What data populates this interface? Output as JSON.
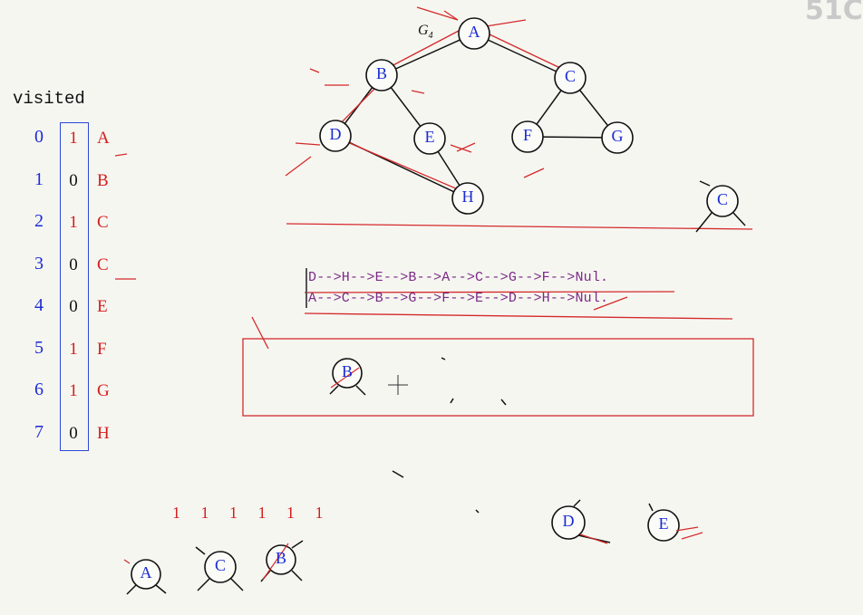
{
  "graph_label": "G",
  "graph_label_sub": "4",
  "visited_title": "visited",
  "visited": [
    {
      "index": "0",
      "bit": "1",
      "name": "A"
    },
    {
      "index": "1",
      "bit": "0",
      "name": "B"
    },
    {
      "index": "2",
      "bit": "1",
      "name": "C"
    },
    {
      "index": "3",
      "bit": "0",
      "name": "C"
    },
    {
      "index": "4",
      "bit": "0",
      "name": "E"
    },
    {
      "index": "5",
      "bit": "1",
      "name": "F"
    },
    {
      "index": "6",
      "bit": "1",
      "name": "G"
    },
    {
      "index": "7",
      "bit": "0",
      "name": "H"
    }
  ],
  "graph_nodes": [
    "A",
    "B",
    "C",
    "D",
    "E",
    "F",
    "G",
    "H"
  ],
  "side_node": "C",
  "sequence_1": "D-->H-->E-->B-->A-->C-->G-->F-->Nul.",
  "sequence_2": "A-->C-->B-->G-->F-->E-->D-->H-->Nul.",
  "box_node": "B",
  "bottom_ones": "1 1 1 1 1 1",
  "bottom_nodes": [
    "A",
    "C",
    "B",
    "D",
    "E"
  ],
  "logo_text": "51C",
  "colors": {
    "node_letter": "#1a2bd6",
    "annotation": "#d41d1d",
    "sequence": "#7b2a86",
    "box": "#d42a2a",
    "visited_box": "#2a47d8"
  }
}
